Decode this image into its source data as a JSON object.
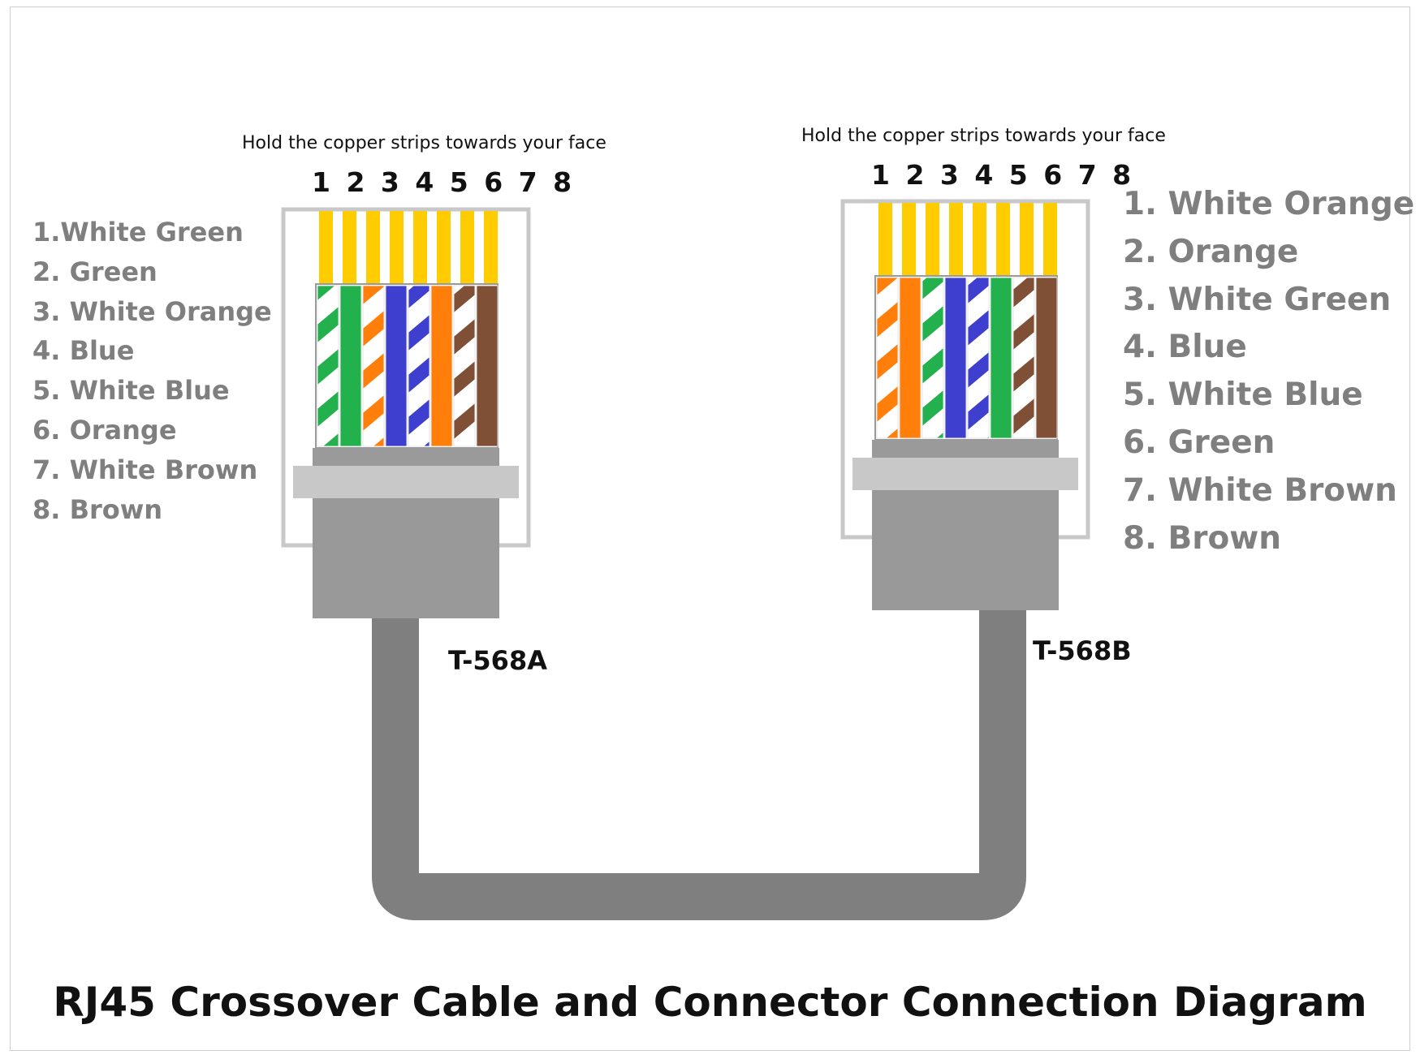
{
  "title": "RJ45 Crossover Cable and Connector Connection Diagram",
  "instruction": "Hold the copper strips towards your face",
  "pin_numbers": "1 2 3 4 5 6 7 8",
  "colors": {
    "white_stripe": "#ffffff",
    "green": "#22b14c",
    "orange": "#ff7f0a",
    "blue": "#3f3fcf",
    "brown": "#7f4f36",
    "copper_pin": "#ffcc00",
    "cable_gray": "#7f7f7f",
    "connector_gray": "#999999",
    "label_gray": "#7f7f7f"
  },
  "connectors": [
    {
      "standard": "T-568A",
      "instruction": "Hold the copper strips towards your face",
      "pins": "1 2 3 4 5 6 7 8",
      "wires": [
        "white-green",
        "green",
        "white-orange",
        "blue",
        "white-blue",
        "orange",
        "white-brown",
        "brown"
      ],
      "labels": [
        "1.White Green",
        "2. Green",
        "3. White Orange",
        "4. Blue",
        "5. White Blue",
        "6. Orange",
        "7.  White Brown",
        "8. Brown"
      ]
    },
    {
      "standard": "T-568B",
      "instruction": "Hold the copper strips towards your face",
      "pins": "1 2 3 4 5 6 7 8",
      "wires": [
        "white-orange",
        "orange",
        "white-green",
        "blue",
        "white-blue",
        "green",
        "white-brown",
        "brown"
      ],
      "labels": [
        "1. White Orange",
        "2. Orange",
        "3. White Green",
        "4. Blue",
        "5. White Blue",
        "6. Green",
        "7. White Brown",
        "8. Brown"
      ]
    }
  ]
}
